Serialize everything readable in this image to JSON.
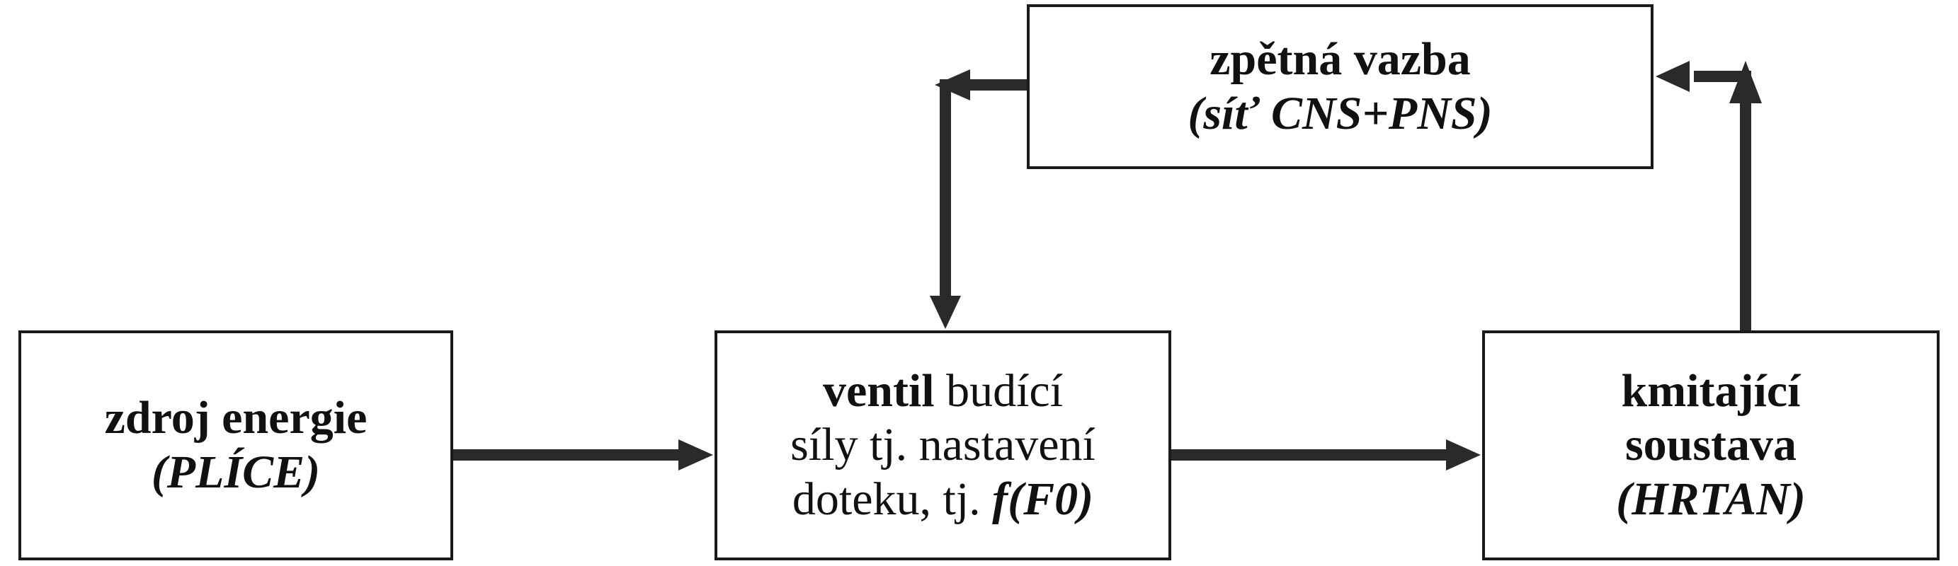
{
  "diagram": {
    "source": {
      "title": "zdroj energie",
      "subtitle": "(PLÍCE)"
    },
    "valve": {
      "line1_bold": "ventil",
      "line1_rest": " budící",
      "line2": "síly tj. nastavení",
      "line3_plain": "doteku, tj. ",
      "line3_bold_italic": "f(F0)"
    },
    "oscillator": {
      "line1": "kmitající",
      "line2": "soustava",
      "line3": "(HRTAN)"
    },
    "feedback": {
      "title": "zpětná vazba",
      "subtitle": "(síť CNS+PNS)"
    },
    "colors": {
      "line": "#2a2a2a",
      "border": "#1a1a1a",
      "text": "#111111"
    }
  }
}
